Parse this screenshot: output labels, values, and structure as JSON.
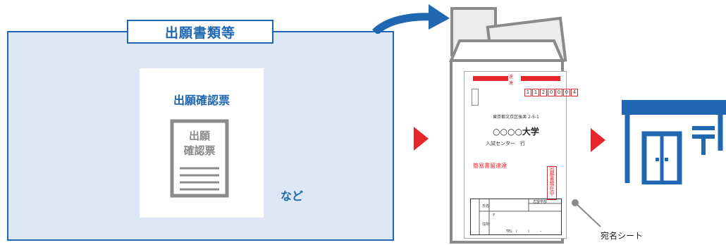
{
  "documents": {
    "title": "出願書類等",
    "card_title": "出願確認票",
    "form_text": [
      "出願",
      "確認票"
    ],
    "etc_label": "など"
  },
  "envelope": {
    "express_mark": "速　達",
    "postal_code": [
      "1",
      "1",
      "2",
      "0",
      "0",
      "0",
      "4"
    ],
    "address": "東京都文京区後楽 2-5-1",
    "university": "○○○○大学",
    "department": "入試センター　行",
    "mail_type": "簡易書留速達",
    "enclosed_note": "出願書類在中",
    "form_fields": {
      "name": "氏名",
      "school": "志望学部",
      "postal_mark": "〒",
      "address": "住所",
      "tel": "TEL　(　　　)　　　–"
    }
  },
  "labels": {
    "address_sheet": "宛名シート"
  },
  "colors": {
    "blue": "#1f67b1",
    "red": "#e5262a",
    "panel_bg": "#dde6f3",
    "gray": "#8a8a8a"
  },
  "icons": {
    "curved_arrow": "curved-arrow-icon",
    "step_arrow": "red-triangle-arrow-icon",
    "post_office": "post-office-icon"
  }
}
